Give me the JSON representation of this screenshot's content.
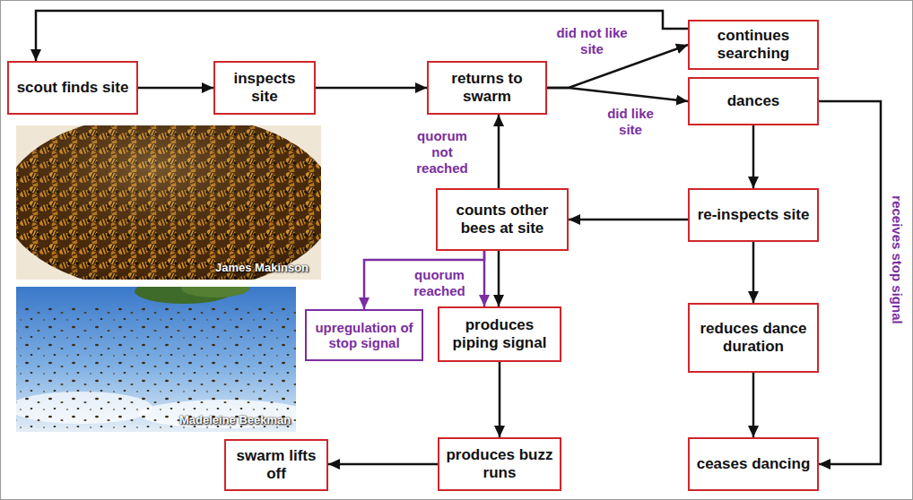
{
  "diagram": {
    "nodes": [
      {
        "text": [
          "scout finds site"
        ]
      },
      {
        "text": [
          "inspects site"
        ]
      },
      {
        "text": [
          "returns to swarm"
        ]
      },
      {
        "text": [
          "continues searching"
        ]
      },
      {
        "text": [
          "dances"
        ]
      },
      {
        "text": [
          "counts other bees at site"
        ]
      },
      {
        "text": [
          "re-inspects site"
        ]
      },
      {
        "text": [
          "upregulation of stop signal"
        ]
      },
      {
        "text": [
          "produces piping signal"
        ]
      },
      {
        "text": [
          "reduces dance duration"
        ]
      },
      {
        "text": [
          "swarm lifts off"
        ]
      },
      {
        "text": [
          "produces buzz runs"
        ]
      },
      {
        "text": [
          "ceases dancing"
        ]
      }
    ],
    "edges": [
      {
        "from": 0,
        "to": 1,
        "arrow": "to"
      },
      {
        "from": 1,
        "to": 2,
        "arrow": "to"
      },
      {
        "from": 2,
        "to": 3,
        "label": "did not like site",
        "arrow": "to"
      },
      {
        "from": 2,
        "to": 4,
        "label": "did like site",
        "arrow": "to"
      },
      {
        "from": 3,
        "to": 0,
        "arrow": "to"
      },
      {
        "from": 4,
        "to": 6,
        "arrow": "to"
      },
      {
        "from": 6,
        "to": 5,
        "arrow": "to"
      },
      {
        "from": 5,
        "to": 2,
        "label": "quorum not reached",
        "arrow": "to"
      },
      {
        "from": 5,
        "to": 8,
        "arrow": "to"
      },
      {
        "from": 5,
        "to": 8,
        "label": "quorum reached",
        "arrow": "to"
      },
      {
        "from": 5,
        "to": 7,
        "arrow": "to"
      },
      {
        "from": 6,
        "to": 9,
        "arrow": "to"
      },
      {
        "from": 9,
        "to": 12,
        "arrow": "to"
      },
      {
        "from": 4,
        "to": 12,
        "label": "receives stop signal",
        "arrow": "to"
      },
      {
        "from": 8,
        "to": 11,
        "arrow": "to"
      },
      {
        "from": 11,
        "to": 10,
        "arrow": "to"
      }
    ],
    "labels": [
      "James Makinson",
      "Madeleine Beekman"
    ]
  }
}
